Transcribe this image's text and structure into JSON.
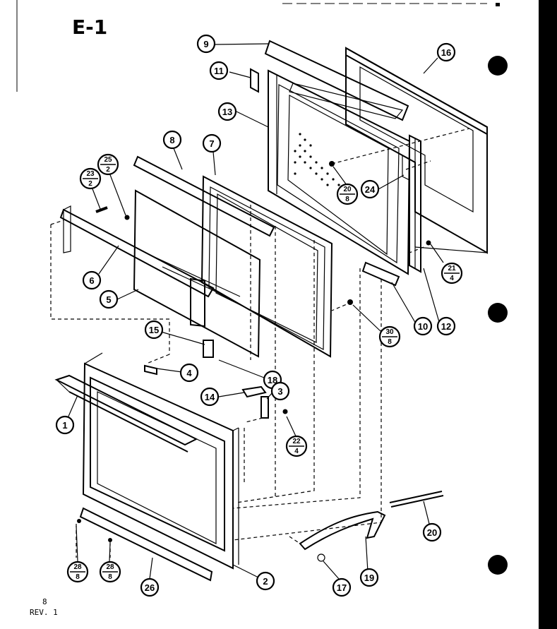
{
  "figure_title": "E-1",
  "footer": {
    "page": "8",
    "revision": "REV. 1"
  },
  "callouts": [
    {
      "id": "c9",
      "label": "9"
    },
    {
      "id": "c11",
      "label": "11"
    },
    {
      "id": "c13",
      "label": "13"
    },
    {
      "id": "c16",
      "label": "16"
    },
    {
      "id": "c8",
      "label": "8"
    },
    {
      "id": "c7",
      "label": "7"
    },
    {
      "id": "c24",
      "label": "24"
    },
    {
      "id": "c6",
      "label": "6"
    },
    {
      "id": "c5",
      "label": "5"
    },
    {
      "id": "c10",
      "label": "10"
    },
    {
      "id": "c12",
      "label": "12"
    },
    {
      "id": "c15",
      "label": "15"
    },
    {
      "id": "c4",
      "label": "4"
    },
    {
      "id": "c18",
      "label": "18"
    },
    {
      "id": "c14",
      "label": "14"
    },
    {
      "id": "c3",
      "label": "3"
    },
    {
      "id": "c1",
      "label": "1"
    },
    {
      "id": "c20",
      "label": "20"
    },
    {
      "id": "c19",
      "label": "19"
    },
    {
      "id": "c17",
      "label": "17"
    },
    {
      "id": "c2",
      "label": "2"
    },
    {
      "id": "c26",
      "label": "26"
    }
  ],
  "fraction_callouts": [
    {
      "id": "f25",
      "top": "25",
      "bottom": "2"
    },
    {
      "id": "f23",
      "top": "23",
      "bottom": "2"
    },
    {
      "id": "f20",
      "top": "20",
      "bottom": "8"
    },
    {
      "id": "f21",
      "top": "21",
      "bottom": "4"
    },
    {
      "id": "f30",
      "top": "30",
      "bottom": "8"
    },
    {
      "id": "f22",
      "top": "22",
      "bottom": "4"
    },
    {
      "id": "f28a",
      "top": "28",
      "bottom": "8"
    },
    {
      "id": "f28b",
      "top": "28",
      "bottom": "8"
    }
  ],
  "colors": {
    "ink": "#000000",
    "paper": "#ffffff"
  }
}
